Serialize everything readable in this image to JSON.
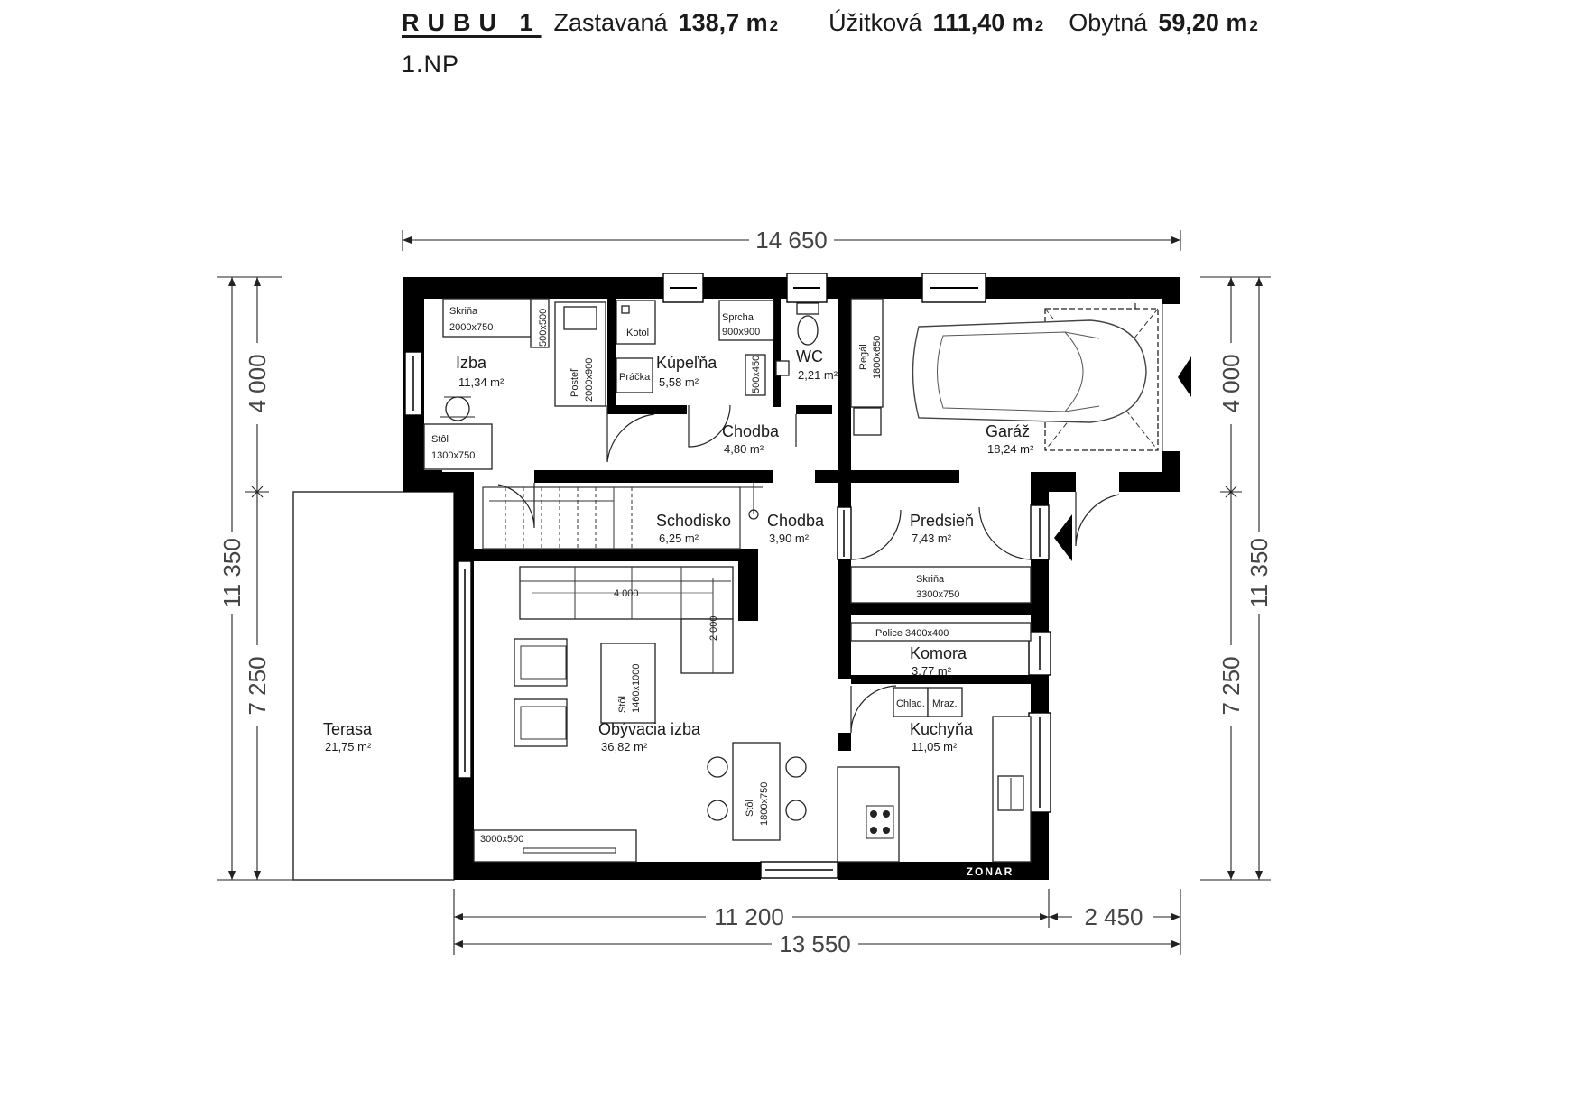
{
  "header": {
    "model": "RUBU 1",
    "zastavana_label": "Zastavaná",
    "zastavana_value": "138,7 m",
    "uzitkova_label": "Úžitková",
    "uzitkova_value": "111,40 m",
    "obytna_label": "Obytná",
    "obytna_value": "59,20 m",
    "sup": "2",
    "floor": "1.NP"
  },
  "dimensions": {
    "top_total": "14 650",
    "left_upper": "4 000",
    "left_total": "11 350",
    "left_lower": "7 250",
    "right_upper": "4 000",
    "right_total": "11 350",
    "right_lower": "7 250",
    "bottom_main": "11 200",
    "bottom_garage": "2 450",
    "bottom_total": "13 550"
  },
  "rooms": {
    "izba": {
      "name": "Izba",
      "area": "11,34 m²"
    },
    "kupelna": {
      "name": "Kúpeľňa",
      "area": "5,58 m²"
    },
    "wc": {
      "name": "WC",
      "area": "2,21 m²"
    },
    "chodba1": {
      "name": "Chodba",
      "area": "4,80 m²"
    },
    "garaz": {
      "name": "Garáž",
      "area": "18,24 m²"
    },
    "schodisko": {
      "name": "Schodisko",
      "area": "6,25 m²"
    },
    "chodba2": {
      "name": "Chodba",
      "area": "3,90 m²"
    },
    "predsien": {
      "name": "Predsieň",
      "area": "7,43 m²"
    },
    "komora": {
      "name": "Komora",
      "area": "3,77 m²"
    },
    "kuchyna": {
      "name": "Kuchyňa",
      "area": "11,05 m²"
    },
    "obyvacia": {
      "name": "Obývacia izba",
      "area": "36,82 m²"
    },
    "terasa": {
      "name": "Terasa",
      "area": "21,75 m²"
    }
  },
  "furniture": {
    "skrina_izba": "Skriňa",
    "skrina_izba_size": "2000x750",
    "postel": "Posteľ",
    "postel_size": "2000x900",
    "nocny": "500x500",
    "stol_izba": "Stôl",
    "stol_izba_size": "1300x750",
    "kotol": "Kotol",
    "sprcha": "Sprcha",
    "sprcha_size": "900x900",
    "pracka": "Práčka",
    "umyvadlo": "500x450",
    "regal": "Regál",
    "regal_size": "1800x650",
    "skrina_predsien": "Skriňa",
    "skrina_predsien_size": "3300x750",
    "police": "Police 3400x400",
    "chlad": "Chlad.",
    "mraz": "Mraz.",
    "sedacka_dim1": "4 000",
    "sedacka_dim2": "2 000",
    "stol_obyv": "Stôl",
    "stol_obyv_size": "1460x1000",
    "stol_jedal": "Stôl",
    "stol_jedal_size": "1800x750",
    "tv": "3000x500",
    "logo": "ZONAR"
  }
}
